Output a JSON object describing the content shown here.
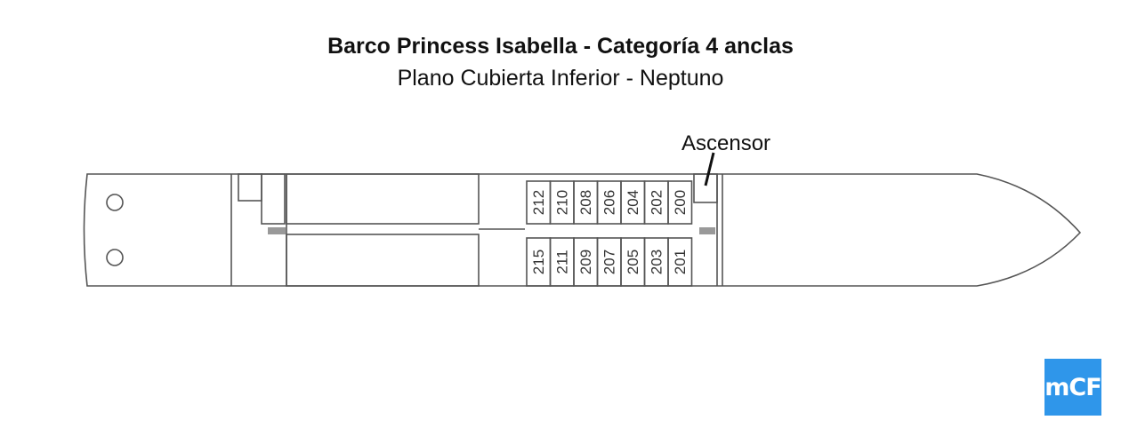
{
  "title": "Barco Princess Isabella - Categoría 4 anclas",
  "subtitle": "Plano Cubierta Inferior - Neptuno",
  "annotation": "Ascensor",
  "cabins_top": [
    "212",
    "210",
    "208",
    "206",
    "204",
    "202",
    "200"
  ],
  "cabins_bottom": [
    "215",
    "211",
    "209",
    "207",
    "205",
    "203",
    "201"
  ],
  "logo": "mCF",
  "colors": {
    "line": "#555555",
    "logo_bg": "#2f96ea",
    "stair": "#999999"
  }
}
